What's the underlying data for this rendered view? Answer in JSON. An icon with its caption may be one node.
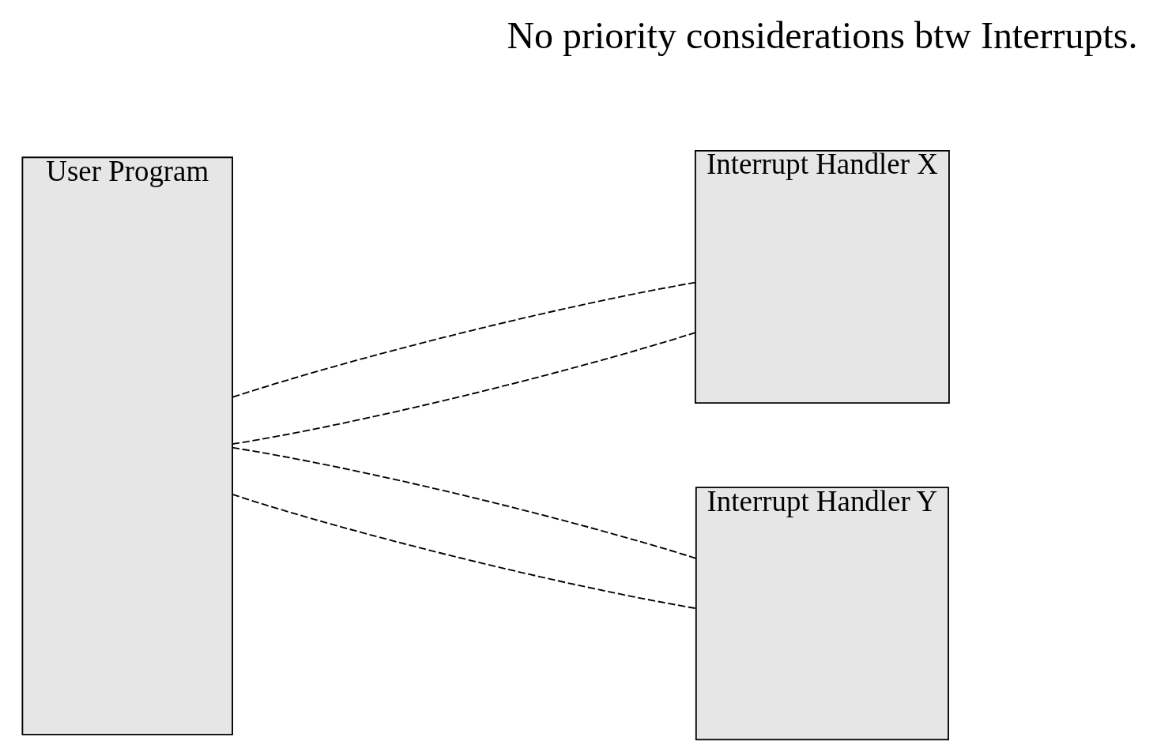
{
  "diagram": {
    "nodes": [
      {
        "text": [
          "User Program"
        ]
      },
      {
        "text": [
          "Interrupt Handler X"
        ]
      },
      {
        "text": [
          "Interrupt Handler Y"
        ]
      }
    ],
    "edges": [
      {
        "from": 0,
        "to": 1,
        "arrow": "none",
        "style": "dashed"
      },
      {
        "from": 1,
        "to": 0,
        "arrow": "none",
        "style": "dashed"
      },
      {
        "from": 0,
        "to": 2,
        "arrow": "none",
        "style": "dashed"
      },
      {
        "from": 2,
        "to": 0,
        "arrow": "none",
        "style": "dashed"
      }
    ],
    "labels": [
      "No priority considerations btw Interrupts."
    ]
  }
}
